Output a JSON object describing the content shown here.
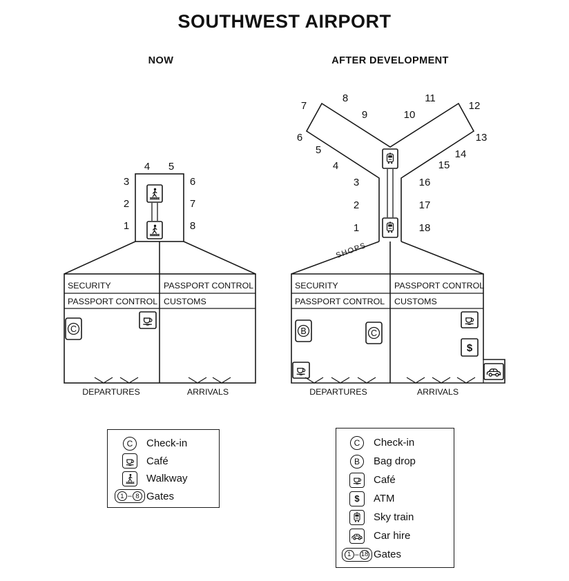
{
  "title": "SOUTHWEST AIRPORT",
  "symbols": {
    "check_in": "C",
    "bag_drop": "B",
    "atm": "$",
    "dash": "–"
  },
  "now": {
    "heading": "NOW",
    "gates": [
      "1",
      "2",
      "3",
      "4",
      "5",
      "6",
      "7",
      "8"
    ],
    "rooms": {
      "security": "SECURITY",
      "passport_left": "PASSPORT CONTROL",
      "passport_right": "PASSPORT CONTROL",
      "customs": "CUSTOMS"
    },
    "departures": "DEPARTURES",
    "arrivals": "ARRIVALS",
    "legend": {
      "check_in": "Check-in",
      "cafe": "Café",
      "walkway": "Walkway",
      "gates": "Gates",
      "gates_from": "1",
      "gates_to": "8"
    }
  },
  "after": {
    "heading": "AFTER DEVELOPMENT",
    "shops": "SHOPS",
    "gates": [
      "1",
      "2",
      "3",
      "4",
      "5",
      "6",
      "7",
      "8",
      "9",
      "10",
      "11",
      "12",
      "13",
      "14",
      "15",
      "16",
      "17",
      "18"
    ],
    "rooms": {
      "security": "SECURITY",
      "passport_left": "PASSPORT CONTROL",
      "passport_right": "PASSPORT CONTROL",
      "customs": "CUSTOMS"
    },
    "departures": "DEPARTURES",
    "arrivals": "ARRIVALS",
    "legend": {
      "check_in": "Check-in",
      "bag_drop": "Bag drop",
      "cafe": "Café",
      "atm": "ATM",
      "sky_train": "Sky train",
      "car_hire": "Car hire",
      "gates": "Gates",
      "gates_from": "1",
      "gates_to": "18"
    }
  }
}
